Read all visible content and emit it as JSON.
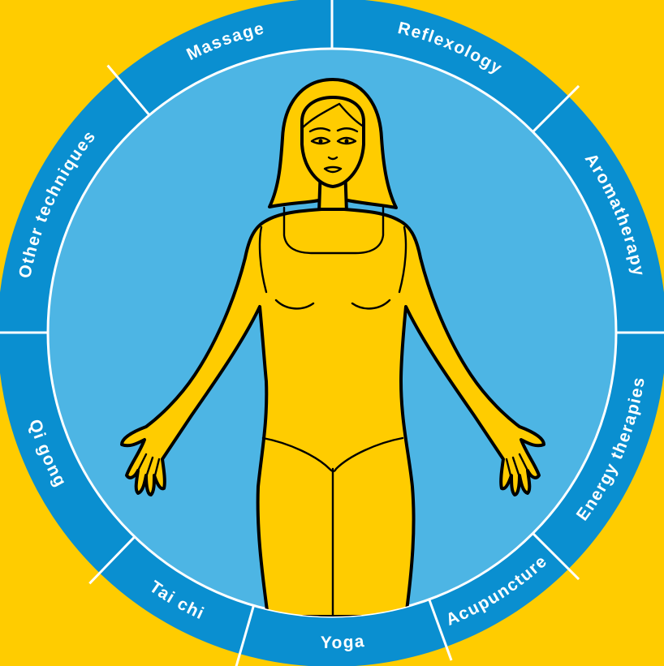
{
  "colors": {
    "background": "#FFCC00",
    "ring": "#0A8FD0",
    "inner_disc": "#4DB5E4",
    "divider": "#FFFFFF",
    "figure_fill": "#FFCC00",
    "outline": "#000000"
  },
  "segments": [
    {
      "label": "Reflexology"
    },
    {
      "label": "Aromatherapy"
    },
    {
      "label": "Energy therapies"
    },
    {
      "label": "Acupuncture"
    },
    {
      "label": "Yoga"
    },
    {
      "label": "Tai chi"
    },
    {
      "label": "Qi gong"
    },
    {
      "label": "Other techniques"
    },
    {
      "label": "Massage"
    }
  ],
  "figure": {
    "icon": "woman-figure-icon"
  }
}
